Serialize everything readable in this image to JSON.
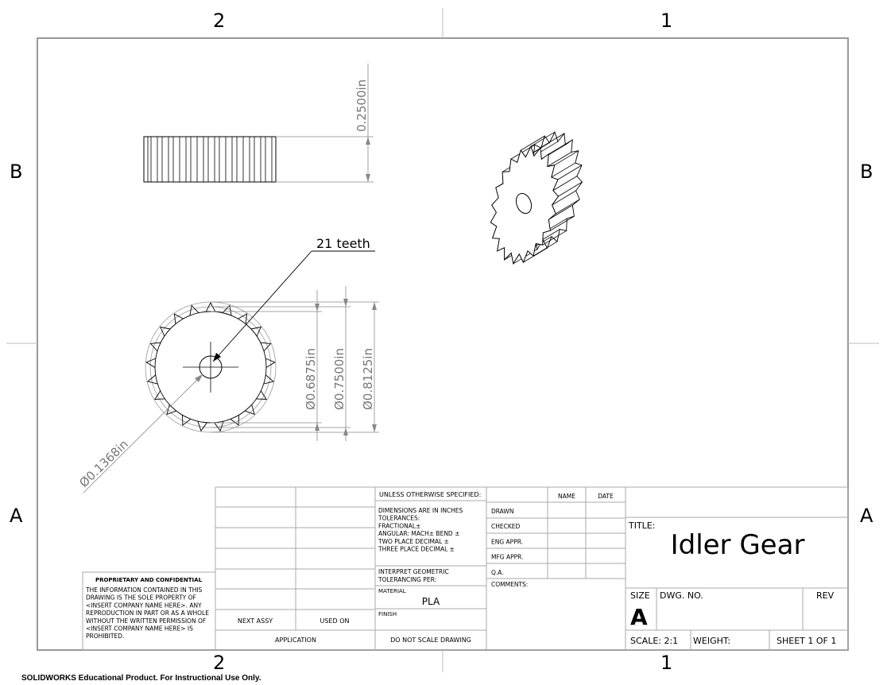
{
  "zones": {
    "top": [
      "2",
      "1"
    ],
    "bottom": [
      "2",
      "1"
    ],
    "left": [
      "B",
      "A"
    ],
    "right": [
      "B",
      "A"
    ]
  },
  "dimensions": {
    "thickness": "0.2500in",
    "root_diameter": "Ø0.6875in",
    "pitch_diameter": "Ø0.7500in",
    "outer_diameter": "Ø0.8125in",
    "bore_diameter": "Ø0.1368in",
    "teeth_note": "21 teeth"
  },
  "gear": {
    "teeth": 21
  },
  "title_block": {
    "unless": "UNLESS OTHERWISE SPECIFIED:",
    "tolerances": [
      "DIMENSIONS ARE IN INCHES",
      "TOLERANCES:",
      "FRACTIONAL±",
      "ANGULAR: MACH±    BEND ±",
      "TWO PLACE DECIMAL    ±",
      "THREE PLACE DECIMAL  ±"
    ],
    "interpret": [
      "INTERPRET GEOMETRIC",
      "TOLERANCING PER:"
    ],
    "material_label": "MATERIAL",
    "material": "PLA",
    "finish_label": "FINISH",
    "do_not_scale": "DO NOT SCALE DRAWING",
    "next_assy": "NEXT ASSY",
    "used_on": "USED ON",
    "application": "APPLICATION",
    "name_hdr": "NAME",
    "date_hdr": "DATE",
    "roles": [
      "DRAWN",
      "CHECKED",
      "ENG APPR.",
      "MFG APPR.",
      "Q.A."
    ],
    "comments": "COMMENTS:",
    "title_label": "TITLE:",
    "title": "Idler Gear",
    "size_label": "SIZE",
    "size": "A",
    "dwg_no": "DWG.  NO.",
    "rev": "REV",
    "scale": "SCALE: 2:1",
    "weight": "WEIGHT:",
    "sheet": "SHEET 1 OF 1"
  },
  "proprietary": {
    "heading": "PROPRIETARY AND CONFIDENTIAL",
    "lines": [
      "THE INFORMATION CONTAINED IN THIS",
      "DRAWING IS THE SOLE PROPERTY OF",
      "<INSERT COMPANY NAME HERE>.  ANY",
      "REPRODUCTION IN PART OR AS A WHOLE",
      "WITHOUT THE WRITTEN PERMISSION OF",
      "<INSERT COMPANY NAME HERE> IS",
      "PROHIBITED."
    ]
  },
  "footer": "SOLIDWORKS Educational Product. For Instructional Use Only."
}
